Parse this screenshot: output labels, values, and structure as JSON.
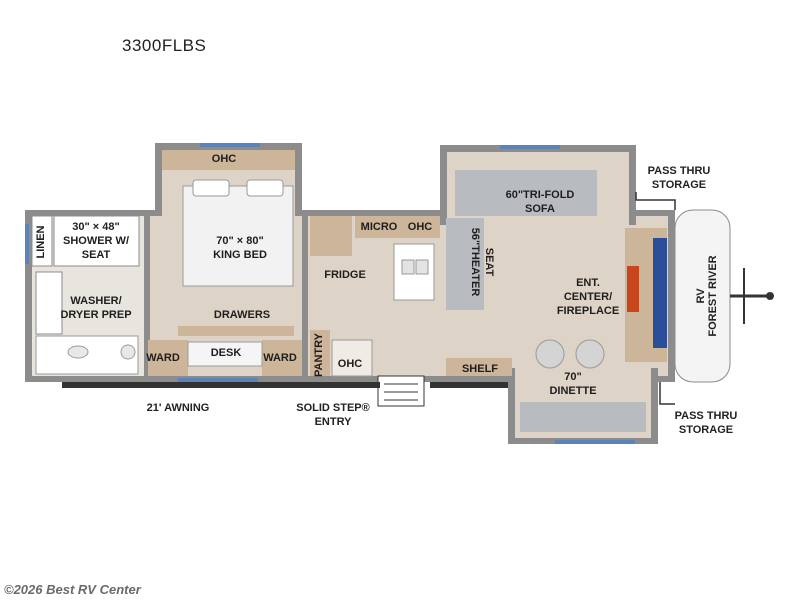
{
  "model": "3300FLBS",
  "watermark": "©2026 Best RV Center",
  "colors": {
    "wall": "#8c8c8c",
    "floor": "#ddd3c6",
    "cabinet": "#cdb59a",
    "window": "#5b83b8",
    "sofa": "#b8bcc0"
  },
  "rooms": {
    "linen": "LINEN",
    "shower_line1": "30\" × 48\"",
    "shower_line2": "SHOWER W/",
    "shower_line3": "SEAT",
    "washer_line1": "WASHER/",
    "washer_line2": "DRYER PREP",
    "ohc_bedroom": "OHC",
    "bed_line1": "70\" × 80\"",
    "bed_line2": "KING BED",
    "drawers": "DRAWERS",
    "ward_left": "WARD",
    "desk": "DESK",
    "ward_right": "WARD",
    "micro": "MICRO",
    "ohc_kitchen": "OHC",
    "fridge": "FRIDGE",
    "pantry": "PANTRY",
    "ohc_lower": "OHC",
    "sofa_line1": "60\"TRI-FOLD",
    "sofa_line2": "SOFA",
    "theater_line1": "56\"THEATER",
    "theater_line2": "SEAT",
    "ent_line1": "ENT.",
    "ent_line2": "CENTER/",
    "ent_line3": "FIREPLACE",
    "shelf": "SHELF",
    "dinette_line1": "70\"",
    "dinette_line2": "DINETTE"
  },
  "exterior": {
    "awning": "21' AWNING",
    "entry_line1": "SOLID STEP® ",
    "entry_line2": "ENTRY",
    "pass_thru_top_line1": "PASS THRU",
    "pass_thru_top_line2": "STORAGE",
    "pass_thru_bottom_line1": "PASS THRU",
    "pass_thru_bottom_line2": "STORAGE",
    "brand_line1": "FOREST RIVER",
    "brand_line2": "RV"
  }
}
